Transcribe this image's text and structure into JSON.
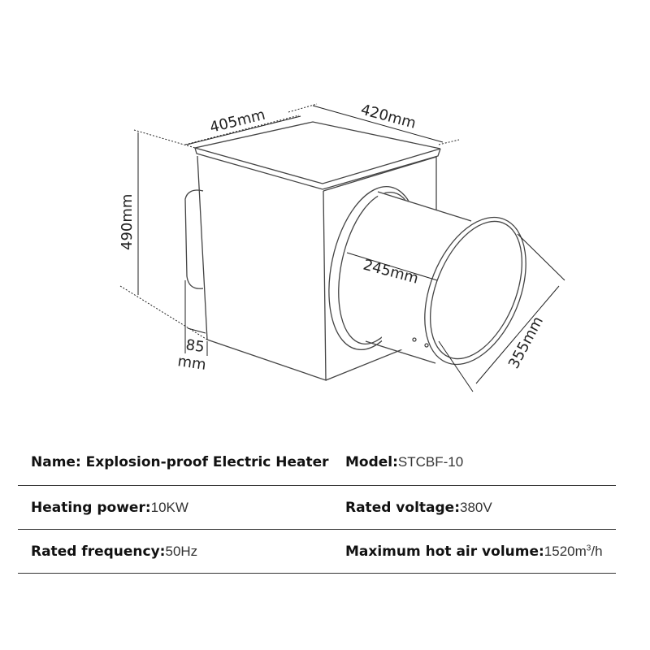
{
  "diagram": {
    "dimensions": {
      "width": "405mm",
      "depth": "420mm",
      "height": "490mm",
      "inner_diameter": "245mm",
      "outer_diameter": "355mm",
      "handle_offset_value": "85",
      "handle_offset_unit": "mm"
    }
  },
  "specs": [
    {
      "label": "Name: Explosion-proof Electric Heater",
      "value": "",
      "label2": "Model:",
      "value2": "STCBF-10"
    },
    {
      "label": "Heating power:",
      "value": "10KW",
      "label2": "Rated voltage:",
      "value2": "380V"
    },
    {
      "label": "Rated frequency:",
      "value": "50Hz",
      "label2": "Maximum hot air volume:",
      "value2": "1520m",
      "value2_sup": "3",
      "value2_tail": "/h"
    }
  ]
}
